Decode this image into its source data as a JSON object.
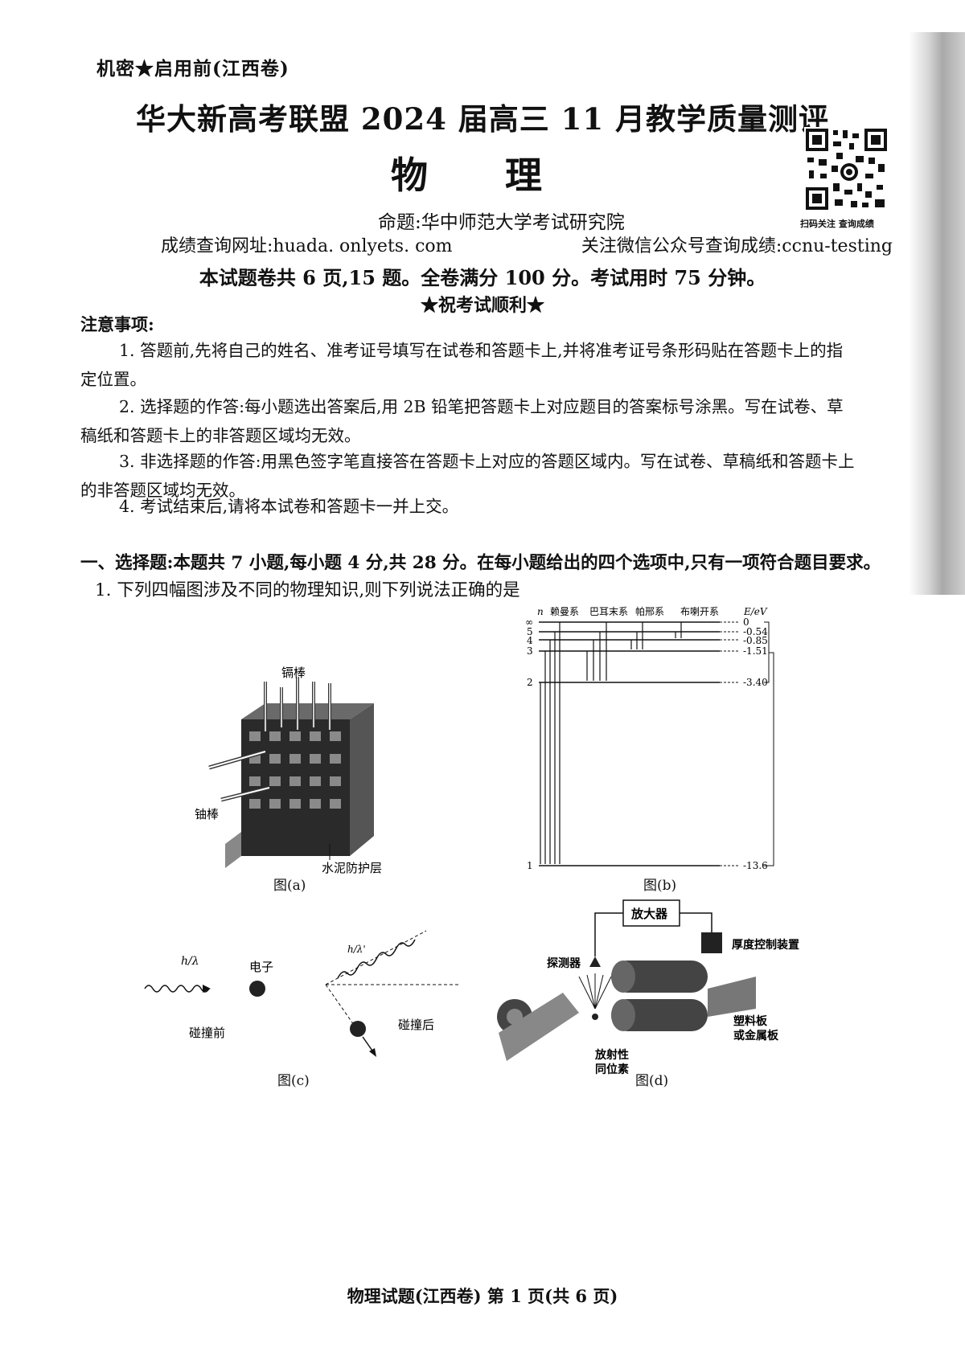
{
  "header": {
    "secret": "机密★启用前(江西卷)",
    "title": "华大新高考联盟 2024 届高三 11 月教学质量测评",
    "subject": "物 理",
    "author": "命题:华中师范大学考试研究院",
    "url": "成绩查询网址:huada. onlyets. com",
    "wechat": "关注微信公众号查询成绩:ccnu-testing",
    "info": "本试题卷共 6 页,15 题。全卷满分 100 分。考试用时 75 分钟。",
    "wish": "★祝考试顺利★",
    "qr_caption": "扫码关注  查询成绩"
  },
  "notice": {
    "heading": "注意事项:",
    "items": [
      {
        "line1": "1. 答题前,先将自己的姓名、准考证号填写在试卷和答题卡上,并将准考证号条形码贴在答题卡上的指",
        "line2": "定位置。"
      },
      {
        "line1": "2. 选择题的作答:每小题选出答案后,用 2B 铅笔把答题卡上对应题目的答案标号涂黑。写在试卷、草",
        "line2": "稿纸和答题卡上的非答题区域均无效。"
      },
      {
        "line1": "3. 非选择题的作答:用黑色签字笔直接答在答题卡上对应的答题区域内。写在试卷、草稿纸和答题卡上",
        "line2": "的非答题区域均无效。"
      },
      {
        "line1": "4. 考试结束后,请将本试卷和答题卡一并上交。",
        "line2": ""
      }
    ]
  },
  "section1": {
    "heading": "一、选择题:本题共 7 小题,每小题 4 分,共 28 分。在每小题给出的四个选项中,只有一项符合题目要求。",
    "q1": "1. 下列四幅图涉及不同的物理知识,则下列说法正确的是"
  },
  "figures": {
    "a": {
      "caption": "图(a)",
      "label_top": "镉棒",
      "label_left": "铀棒",
      "label_bottom": "水泥防护层"
    },
    "b": {
      "caption": "图(b)",
      "n_label": "n",
      "series": [
        "赖曼系",
        "巴耳末系",
        "帕邢系",
        "布喇开系"
      ],
      "e_label": "E/eV",
      "levels": [
        {
          "n": "∞",
          "e": "0"
        },
        {
          "n": "5",
          "e": "-0.54"
        },
        {
          "n": "4",
          "e": "-0.85"
        },
        {
          "n": "3",
          "e": "-1.51"
        },
        {
          "n": "2",
          "e": "-3.40"
        },
        {
          "n": "1",
          "e": "-13.6"
        }
      ]
    },
    "c": {
      "caption": "图(c)",
      "photon": "h/λ",
      "photon_after": "h/λ'",
      "electron": "电子",
      "before": "碰撞前",
      "after": "碰撞后"
    },
    "d": {
      "caption": "图(d)",
      "amplifier": "放大器",
      "detector": "探测器",
      "thickness": "厚度控制装置",
      "plate_l1": "塑料板",
      "plate_l2": "或金属板",
      "source_l1": "放射性",
      "source_l2": "同位素"
    }
  },
  "footer": "物理试题(江西卷) 第 1 页(共 6 页)"
}
